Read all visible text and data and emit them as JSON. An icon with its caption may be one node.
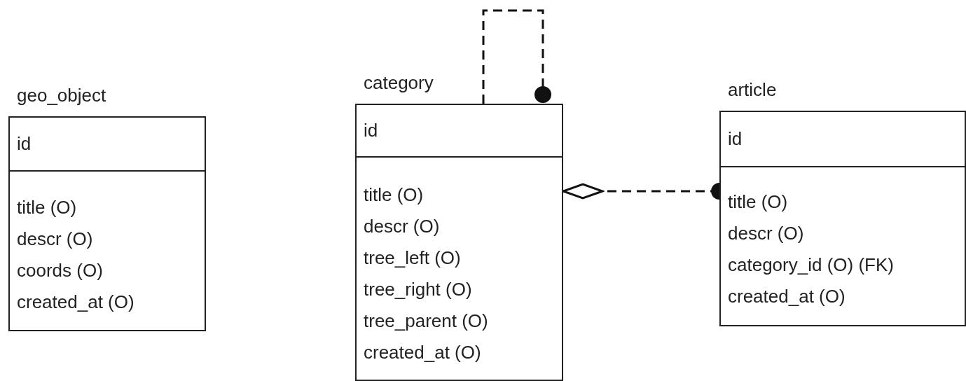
{
  "diagram": {
    "nodes": [
      {
        "text": [
          "geo_object",
          "id",
          "title (O)",
          "descr (O)",
          "coords (O)",
          "created_at (O)"
        ]
      },
      {
        "text": [
          "category",
          "id",
          "title (O)",
          "descr (O)",
          "tree_left (O)",
          "tree_right (O)",
          "tree_parent (O)",
          "created_at (O)"
        ]
      },
      {
        "text": [
          "article",
          "id",
          "title (O)",
          "descr (O)",
          "category_id (O) (FK)",
          "created_at (O)"
        ]
      }
    ],
    "edges": [
      {
        "from": 1,
        "to": 1,
        "arrow": "other",
        "style": "dashed"
      },
      {
        "from": 2,
        "to": 1,
        "arrow": "other",
        "style": "dashed"
      }
    ]
  }
}
